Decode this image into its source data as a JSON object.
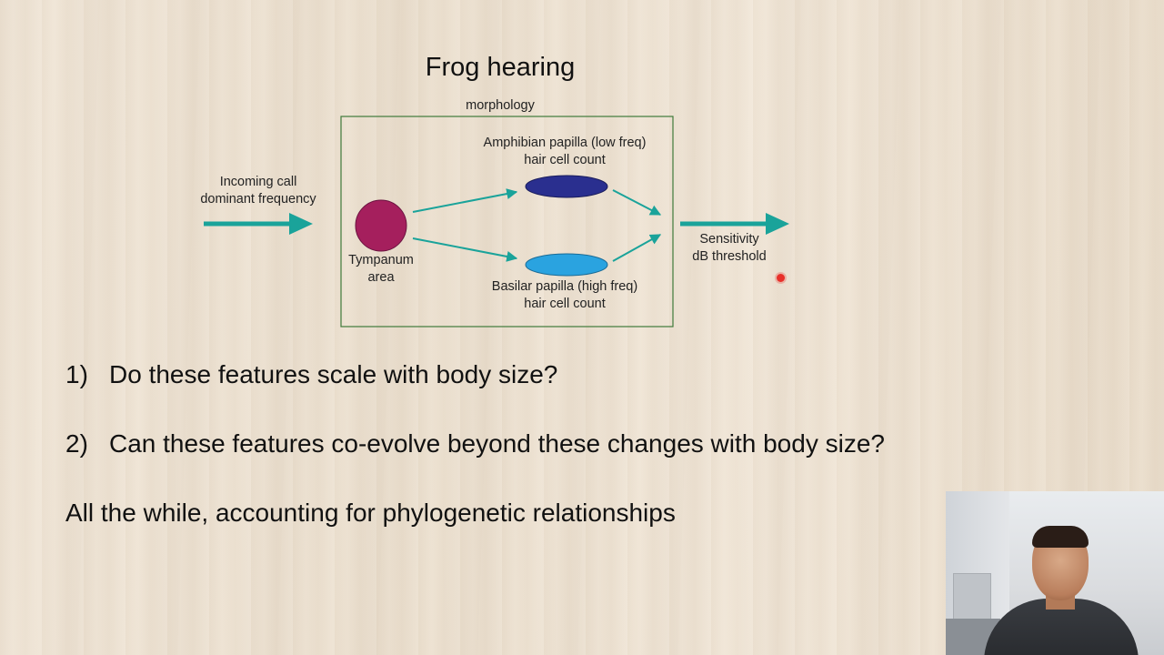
{
  "slide": {
    "title": "Frog hearing"
  },
  "diagram": {
    "box_label": "morphology",
    "input_label_line1": "Incoming call",
    "input_label_line2": "dominant frequency",
    "tympanum_label_line1": "Tympanum",
    "tympanum_label_line2": "area",
    "amphibian_label_line1": "Amphibian papilla (low freq)",
    "amphibian_label_line2": "hair cell count",
    "basilar_label_line1": "Basilar papilla (high freq)",
    "basilar_label_line2": "hair cell count",
    "output_label_line1": "Sensitivity",
    "output_label_line2": "dB threshold",
    "colors": {
      "arrow": "#1aa39a",
      "tympanum": "#a51f5d",
      "amphibian_papilla": "#2a2f8f",
      "basilar_papilla": "#2aa3e0",
      "box_border": "#3f7a3a"
    }
  },
  "questions": [
    {
      "num": "1)",
      "text": "Do these features scale with body size?"
    },
    {
      "num": "2)",
      "text": "Can these features co-evolve beyond these changes with body size?"
    }
  ],
  "closing": "All the while, accounting for phylogenetic relationships",
  "icons": {
    "pointer": "laser-pointer-dot",
    "webcam": "presenter-webcam-feed"
  }
}
